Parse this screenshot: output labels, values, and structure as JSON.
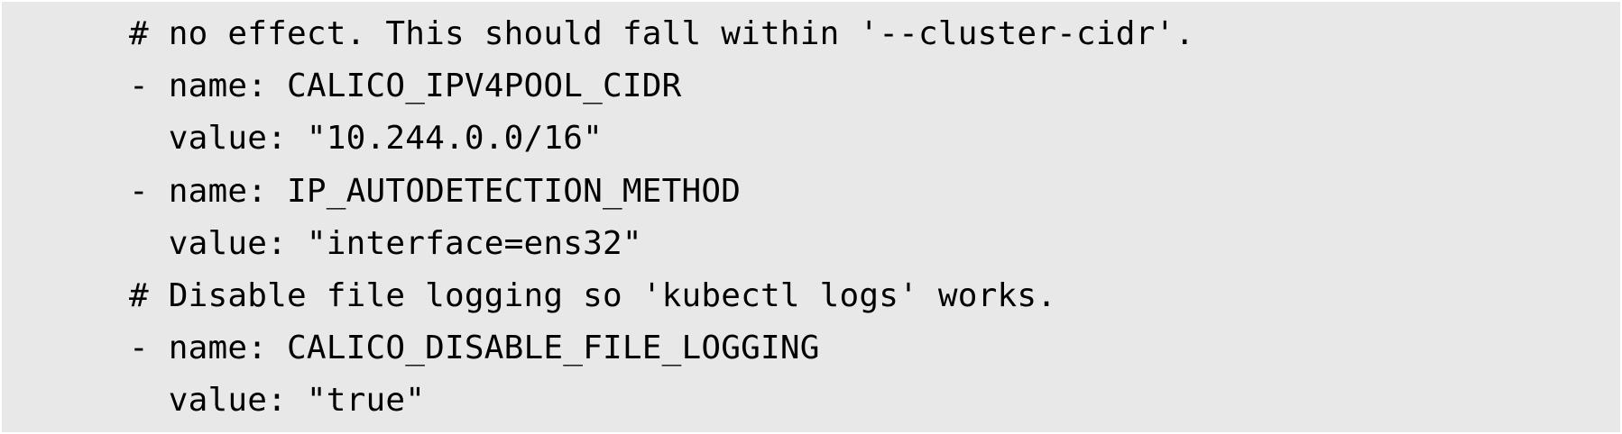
{
  "code": {
    "lines": [
      "# no effect. This should fall within '--cluster-cidr'.",
      "- name: CALICO_IPV4POOL_CIDR",
      "  value: \"10.244.0.0/16\"",
      "- name: IP_AUTODETECTION_METHOD",
      "  value: \"interface=ens32\"",
      "# Disable file logging so 'kubectl logs' works.",
      "- name: CALICO_DISABLE_FILE_LOGGING",
      "  value: \"true\""
    ]
  }
}
